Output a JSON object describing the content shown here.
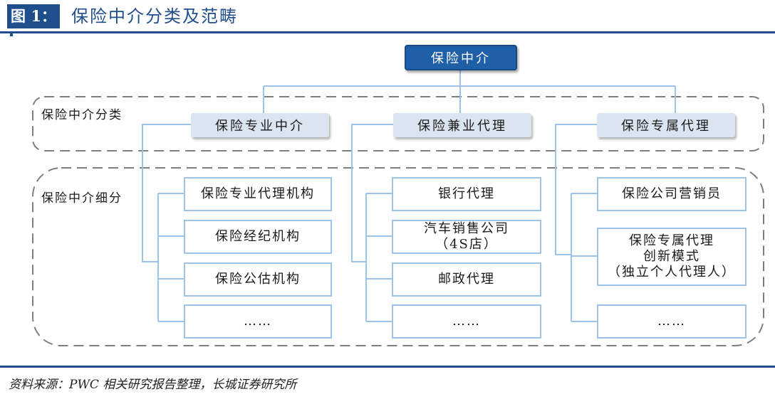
{
  "figure": {
    "label": "图 1：",
    "title": "保险中介分类及范畴"
  },
  "diagram": {
    "root": "保险中介",
    "group_labels": {
      "category": "保险中介分类",
      "subcategory": "保险中介细分"
    },
    "branches": [
      {
        "label": "保险专业中介",
        "items": [
          "保险专业代理机构",
          "保险经纪机构",
          "保险公估机构",
          "……"
        ]
      },
      {
        "label": "保险兼业代理",
        "items": [
          "银行代理",
          "汽车销售公司\n（4S店）",
          "邮政代理",
          "……"
        ]
      },
      {
        "label": "保险专属代理",
        "items": [
          "保险公司营销员",
          "保险专属代理\n创新模式\n（独立个人代理人）",
          "……"
        ]
      }
    ]
  },
  "source_note": "资料来源：PWC 相关研究报告整理，长城证券研究所"
}
